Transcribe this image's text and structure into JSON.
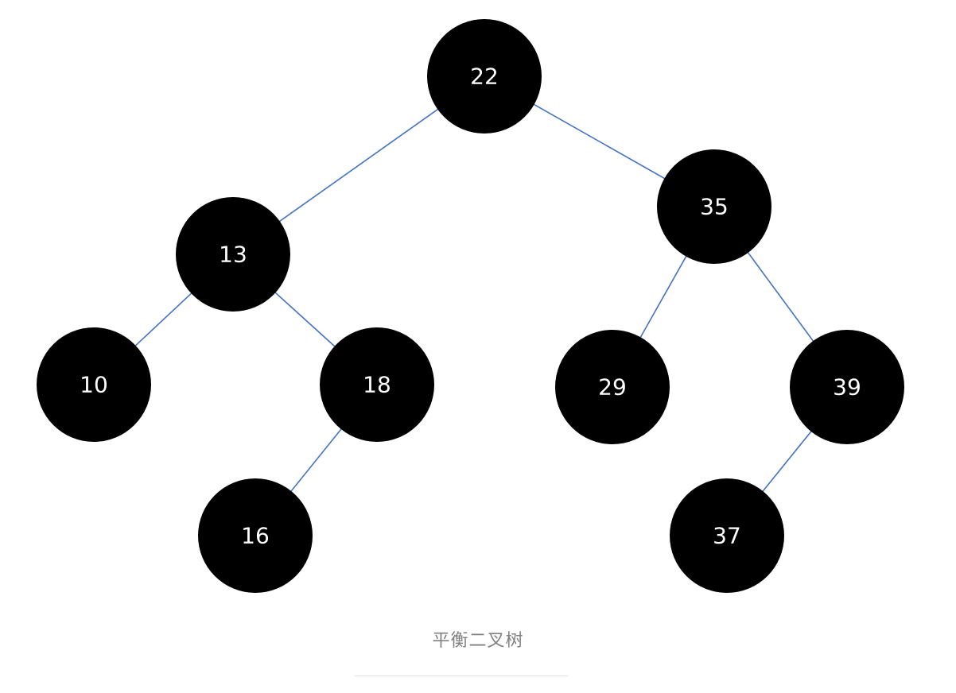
{
  "caption": "平衡二叉树",
  "colors": {
    "node_fill": "#000000",
    "node_text": "#ffffff",
    "edge": "#4472c4",
    "caption": "#808080"
  },
  "tree": {
    "nodes": [
      {
        "id": "n22",
        "label": "22"
      },
      {
        "id": "n13",
        "label": "13"
      },
      {
        "id": "n35",
        "label": "35"
      },
      {
        "id": "n10",
        "label": "10"
      },
      {
        "id": "n18",
        "label": "18"
      },
      {
        "id": "n29",
        "label": "29"
      },
      {
        "id": "n39",
        "label": "39"
      },
      {
        "id": "n16",
        "label": "16"
      },
      {
        "id": "n37",
        "label": "37"
      }
    ],
    "edges": [
      {
        "from": "n22",
        "to": "n13"
      },
      {
        "from": "n22",
        "to": "n35"
      },
      {
        "from": "n13",
        "to": "n10"
      },
      {
        "from": "n13",
        "to": "n18"
      },
      {
        "from": "n18",
        "to": "n16"
      },
      {
        "from": "n35",
        "to": "n29"
      },
      {
        "from": "n35",
        "to": "n39"
      },
      {
        "from": "n39",
        "to": "n37"
      }
    ]
  }
}
